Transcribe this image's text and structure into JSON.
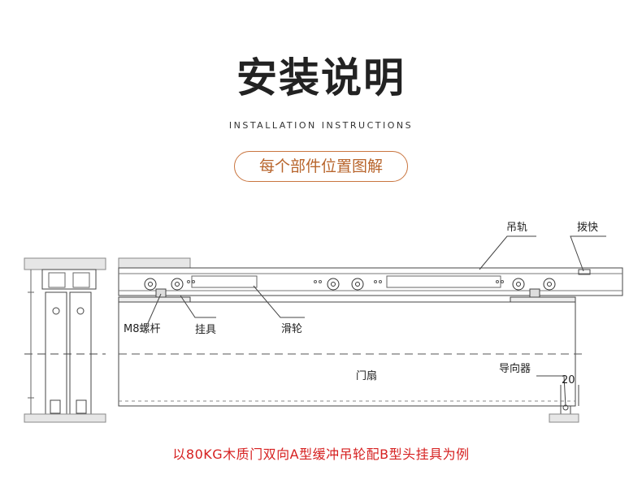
{
  "header": {
    "title": "安装说明",
    "subtitle": "INSTALLATION INSTRUCTIONS",
    "section_badge": "每个部件位置图解"
  },
  "labels": {
    "track": "吊轨",
    "stopper": "拨快",
    "bolt": "M8螺杆",
    "hanger": "挂具",
    "roller": "滑轮",
    "door": "门扇",
    "guide": "导向器",
    "dimension": "20"
  },
  "caption": "以80KG木质门双向A型缓冲吊轮配B型头挂具为例"
}
